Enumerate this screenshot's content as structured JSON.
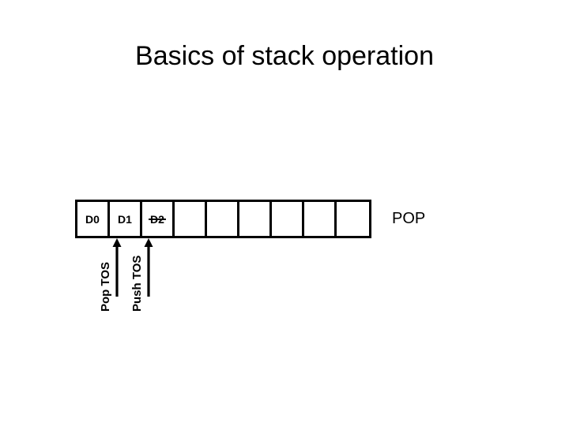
{
  "slide": {
    "title": "Basics of stack operation",
    "background_color": "#ffffff",
    "ink_color": "#000000"
  },
  "stack": {
    "cell_count": 9,
    "cells": [
      {
        "label": "D0",
        "struck": false
      },
      {
        "label": "D1",
        "struck": false
      },
      {
        "label": "D2",
        "struck": true
      },
      {
        "label": "",
        "struck": false
      },
      {
        "label": "",
        "struck": false
      },
      {
        "label": "",
        "struck": false
      },
      {
        "label": "",
        "struck": false
      },
      {
        "label": "",
        "struck": false
      },
      {
        "label": "",
        "struck": false
      }
    ]
  },
  "pointers": [
    {
      "name": "pop-tos",
      "label": "Pop TOS",
      "arrow": "up-arrow-icon"
    },
    {
      "name": "push-tos",
      "label": "Push TOS",
      "arrow": "up-arrow-icon"
    }
  ],
  "caption": {
    "pop": "POP"
  }
}
